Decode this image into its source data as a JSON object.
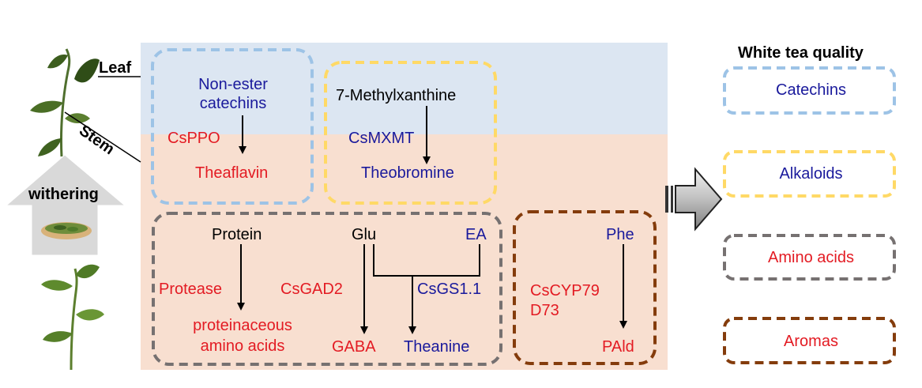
{
  "colors": {
    "leaf_band": "#dce6f2",
    "stem_band": "#f8dfd0",
    "catechin_border": "#9dc3e6",
    "alkaloid_border": "#ffd966",
    "amino_border": "#767171",
    "aroma_border": "#843c0c",
    "red_text": "#e31b23",
    "blue_text": "#1a1a9c"
  },
  "plant": {
    "leaf_label": "Leaf",
    "stem_label": "Stem",
    "process_label": "withering"
  },
  "catechins_box": {
    "substrate": "Non-ester\ncatechins",
    "enzyme": "CsPPO",
    "product": "Theaflavin"
  },
  "alkaloids_box": {
    "substrate": "7-Methylxanthine",
    "enzyme": "CsMXMT",
    "product": "Theobromine"
  },
  "amino_box": {
    "protein": "Protein",
    "protease": "Protease",
    "protein_product": "proteinaceous\namino acids",
    "glu": "Glu",
    "gad_enzyme": "CsGAD2",
    "gaba": "GABA",
    "ea": "EA",
    "gs_enzyme": "CsGS1.1",
    "theanine": "Theanine"
  },
  "aroma_box": {
    "substrate": "Phe",
    "enzyme": "CsCYP79\nD73",
    "product": "PAld"
  },
  "quality": {
    "title": "White tea quality",
    "items": [
      {
        "label": "Catechins",
        "color": "#1a1a9c"
      },
      {
        "label": "Alkaloids",
        "color": "#1a1a9c"
      },
      {
        "label": "Amino acids",
        "color": "#e31b23"
      },
      {
        "label": "Aromas",
        "color": "#e31b23"
      }
    ]
  }
}
